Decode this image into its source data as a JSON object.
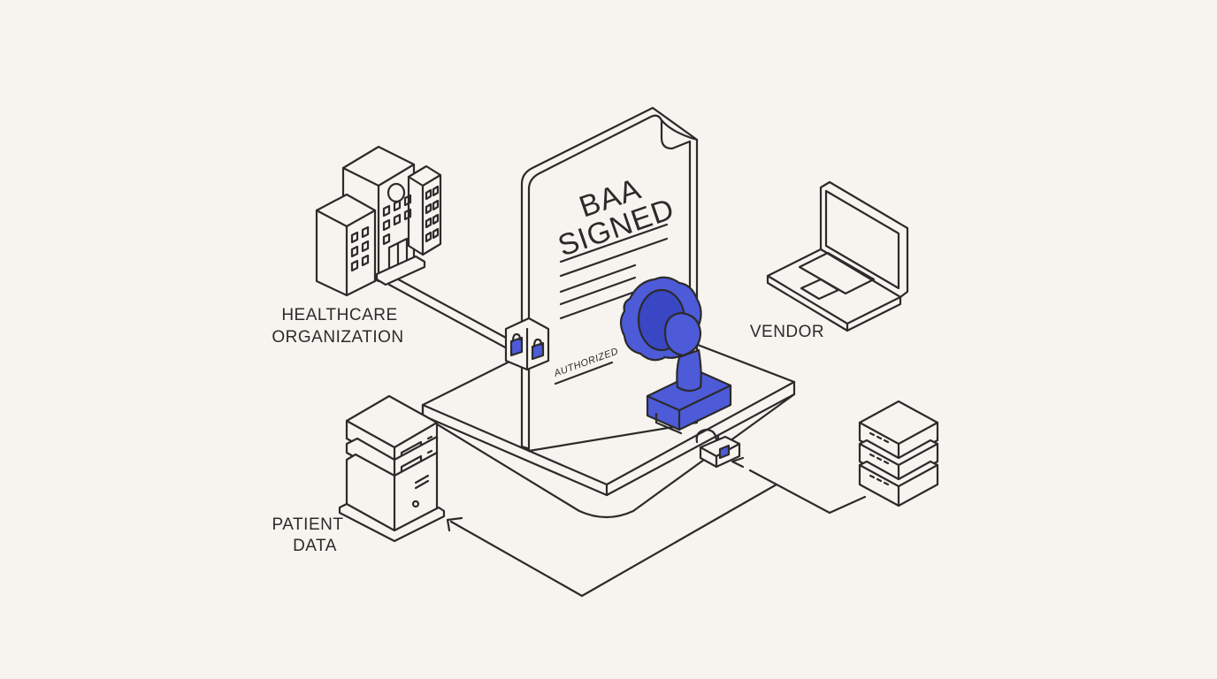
{
  "labels": {
    "healthcare_line1": "HEALTHCARE",
    "healthcare_line2": "ORGANIZATION",
    "vendor": "VENDOR",
    "patient_line1": "PATIENT",
    "patient_line2": "DATA"
  },
  "document": {
    "title_line1": "BAA",
    "title_line2": "SIGNED",
    "stamp_text": "AUTHORIZED"
  },
  "colors": {
    "background": "#f7f4ef",
    "ink": "#2b2b2b",
    "accent": "#4d5bd9"
  },
  "icons": [
    "hospital-building-icon",
    "laptop-icon",
    "server-stack-icon",
    "padlock-icon",
    "rubber-stamp-icon",
    "wax-seal-icon",
    "document-icon"
  ]
}
